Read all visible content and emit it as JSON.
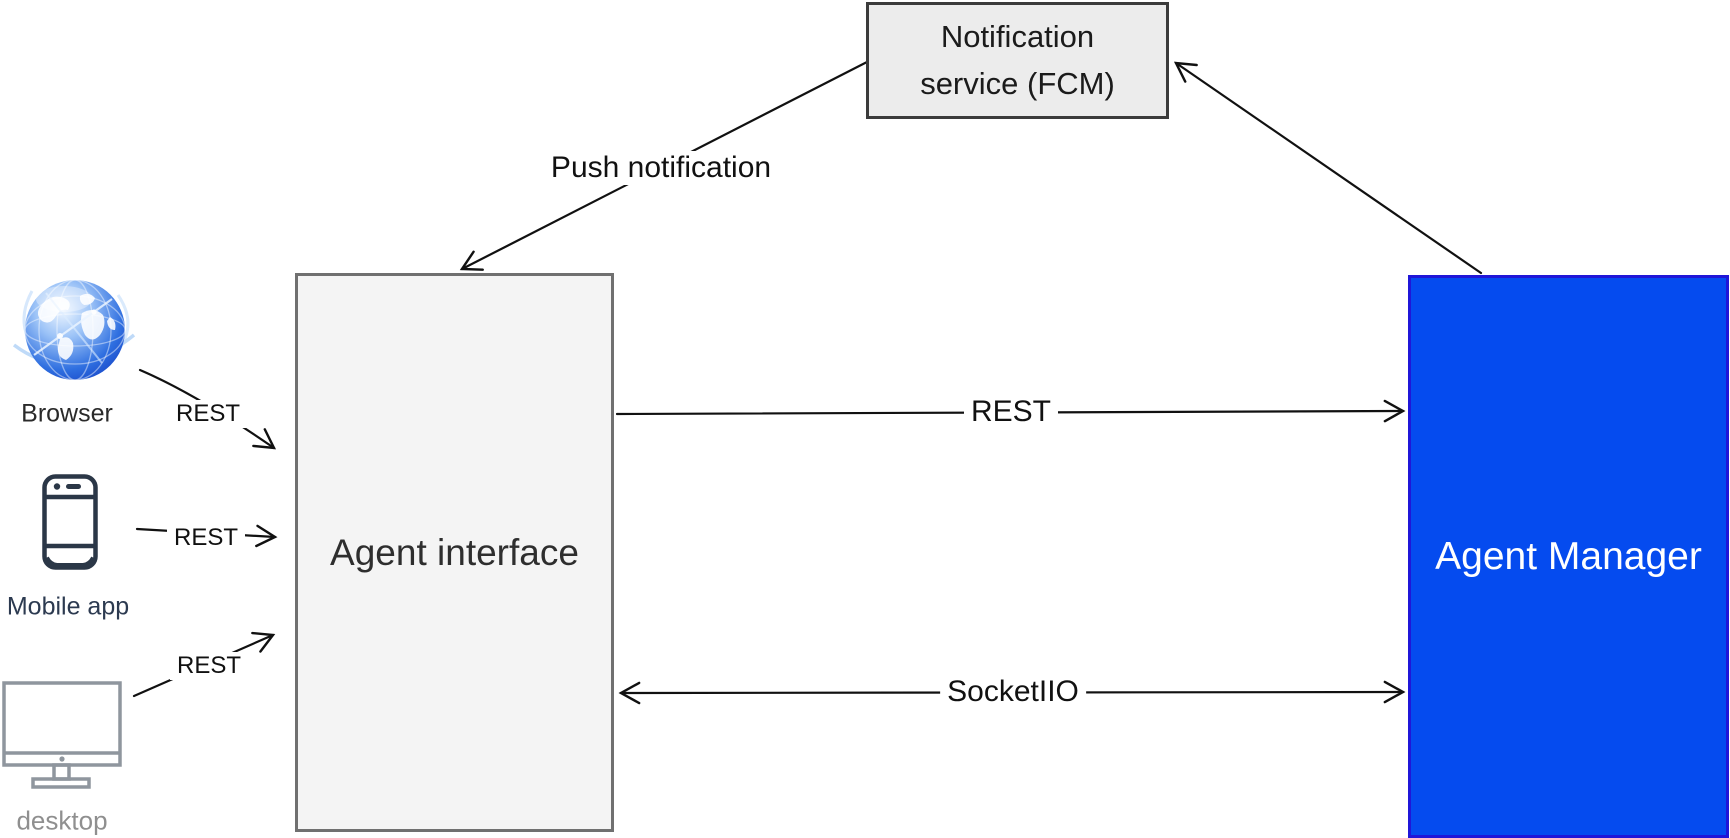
{
  "nodes": {
    "notification_service": {
      "line1": "Notification",
      "line2": "service (FCM)"
    },
    "agent_interface": {
      "label": "Agent interface"
    },
    "agent_manager": {
      "label": "Agent Manager"
    }
  },
  "clients": {
    "browser": {
      "label": "Browser",
      "icon": "globe-browser-icon"
    },
    "mobile": {
      "label": "Mobile app",
      "icon": "smartphone-icon"
    },
    "desktop": {
      "label": "desktop",
      "icon": "desktop-monitor-icon"
    }
  },
  "edges": {
    "push": {
      "label": "Push notification",
      "from": "notification_service",
      "to": "agent_interface"
    },
    "manager_fcm": {
      "label": "",
      "from": "agent_manager",
      "to": "notification_service"
    },
    "rest_main": {
      "label": "REST",
      "from": "agent_interface",
      "to": "agent_manager"
    },
    "socket": {
      "label": "SocketIIO",
      "from": "agent_interface",
      "to": "agent_manager",
      "bidirectional": true
    },
    "browser_rest": {
      "label": "REST",
      "from": "browser",
      "to": "agent_interface"
    },
    "mobile_rest": {
      "label": "REST",
      "from": "mobile",
      "to": "agent_interface"
    },
    "desktop_rest": {
      "label": "REST",
      "from": "desktop",
      "to": "agent_interface"
    }
  },
  "colors": {
    "agent_manager_fill": "#054bef",
    "agent_manager_border": "#2016d8",
    "gray_box_fill": "#f0f0f0",
    "notification_border": "#3b3b3b",
    "interface_border": "#707070",
    "arrow_stroke": "#111111",
    "globe_blue": "#2f6fe0"
  }
}
